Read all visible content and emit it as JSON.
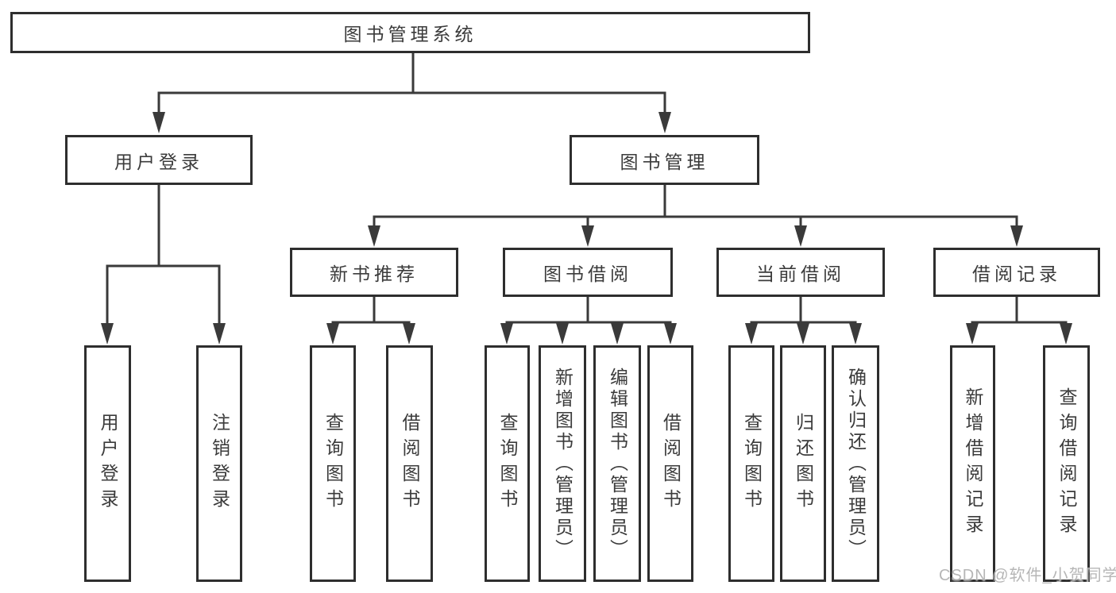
{
  "tree": {
    "title": "图书管理系统",
    "user": {
      "label": "用户登录",
      "children": [
        {
          "label": "用户登录"
        },
        {
          "label": "注销登录"
        }
      ]
    },
    "mgmt": {
      "label": "图书管理",
      "sections": [
        {
          "label": "新书推荐",
          "children": [
            {
              "label": "查询图书"
            },
            {
              "label": "借阅图书"
            }
          ]
        },
        {
          "label": "图书借阅",
          "children": [
            {
              "label": "查询图书"
            },
            {
              "label": "新增图书（管理员）"
            },
            {
              "label": "编辑图书（管理员）"
            },
            {
              "label": "借阅图书"
            }
          ]
        },
        {
          "label": "当前借阅",
          "children": [
            {
              "label": "查询图书"
            },
            {
              "label": "归还图书"
            },
            {
              "label": "确认归还（管理员）"
            }
          ]
        },
        {
          "label": "借阅记录",
          "children": [
            {
              "label": "新增借阅记录"
            },
            {
              "label": "查询借阅记录"
            }
          ]
        }
      ]
    }
  },
  "watermark": "CSDN @软件_小贺同学",
  "colors": {
    "line": "#3a3a3a",
    "box_border": "#2e2e2e",
    "text": "#3b3b3b",
    "watermark_text": "#b2b2b2",
    "background": "#ffffff"
  }
}
